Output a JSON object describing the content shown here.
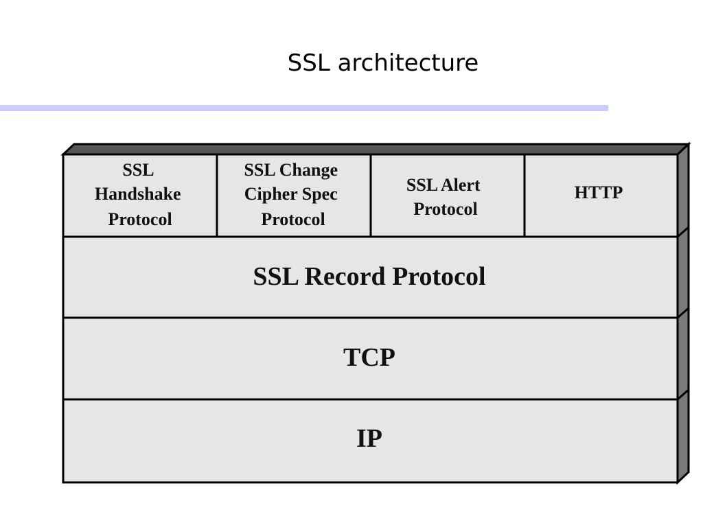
{
  "slide": {
    "title": "SSL architecture"
  },
  "diagram": {
    "top_row": [
      {
        "lines": [
          "SSL",
          "Handshake",
          "Protocol"
        ]
      },
      {
        "lines": [
          "SSL Change",
          "Cipher Spec",
          "Protocol"
        ]
      },
      {
        "lines": [
          "SSL Alert",
          "Protocol"
        ]
      },
      {
        "lines": [
          "HTTP"
        ]
      }
    ],
    "layers": [
      {
        "label": "SSL Record Protocol"
      },
      {
        "label": "TCP"
      },
      {
        "label": "IP"
      }
    ],
    "colors": {
      "box_fill": "#e6e6e6",
      "side_fill": "#7a7a7a",
      "top_fill": "#555555",
      "rule": "#cccbfa"
    }
  }
}
